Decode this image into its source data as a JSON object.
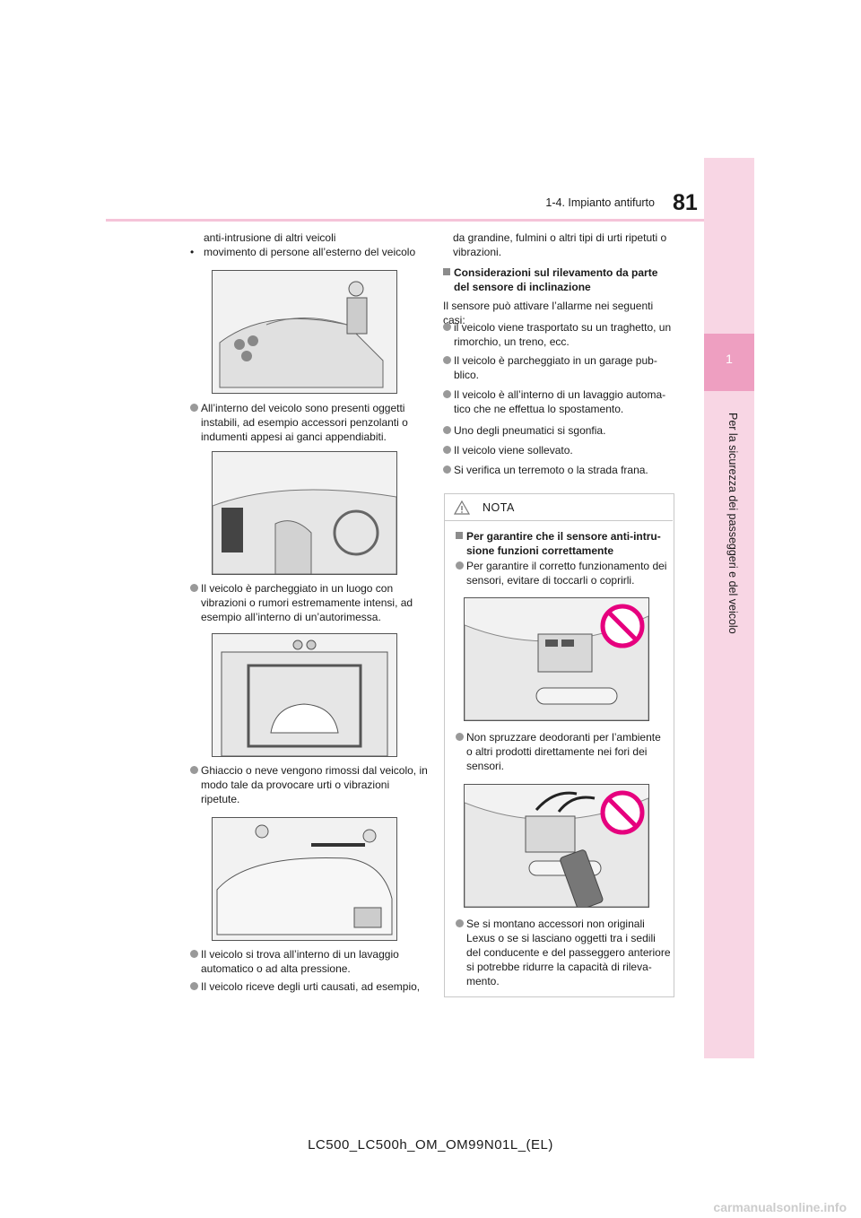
{
  "header": {
    "page_number": "81",
    "section": "1-4. Impianto antifurto"
  },
  "side_tab": {
    "chapter_number": "1",
    "chapter_title": "Per la sicurezza dei passeggeri e del veicolo"
  },
  "left_col": {
    "cont_text": "anti-intrusione di altri veicoli",
    "small_bullet": "movimento di persone all’esterno del veicolo",
    "bullets": [
      "All’interno del veicolo sono presenti oggetti instabili, ad esempio accessori penzolanti o indumenti appesi ai ganci appendiabiti.",
      "Il veicolo è parcheggiato in un luogo con vibrazioni o rumori estremamente intensi, ad esempio all’interno di un’autorimessa.",
      "Ghiaccio o neve vengono rimossi dal veicolo, in modo tale da provocare urti o vibrazioni ripetute.",
      "Il veicolo si trova all’interno di un lavaggio automatico o ad alta pressione.",
      "Il veicolo riceve degli urti causati, ad esempio,"
    ]
  },
  "right_col": {
    "cont_text": "da grandine, fulmini o altri tipi di urti ripetuti o vibrazioni.",
    "heading": "Considerazioni sul rilevamento da parte del sensore di inclinazione",
    "intro": "Il sensore può attivare l’allarme nei seguenti casi:",
    "bullets": [
      "il veicolo viene trasportato su un traghetto, un rimorchio, un treno, ecc.",
      "Il veicolo è parcheggiato in un garage pub-blico.",
      "Il veicolo è all’interno di un lavaggio automa-tico che ne effettua lo spostamento.",
      "Uno degli pneumatici si sgonfia.",
      "Il veicolo viene sollevato.",
      "Si verifica un terremoto o la strada frana."
    ]
  },
  "note": {
    "title": "NOTA",
    "heading": "Per garantire che il sensore anti-intru-sione funzioni correttamente",
    "bullets": [
      "Per garantire il corretto funzionamento dei sensori, evitare di toccarli o coprirli.",
      "Non spruzzare deodoranti per l’ambiente o altri prodotti direttamente nei fori dei sensori.",
      "Se si montano accessori non originali Lexus o se si lasciano oggetti tra i sedili del conducente e del passeggero anteriore si potrebbe ridurre la capacità di rileva-mento."
    ]
  },
  "footer": "LC500_LC500h_OM_OM99N01L_(EL)",
  "watermark": "carmanualsonline.info"
}
